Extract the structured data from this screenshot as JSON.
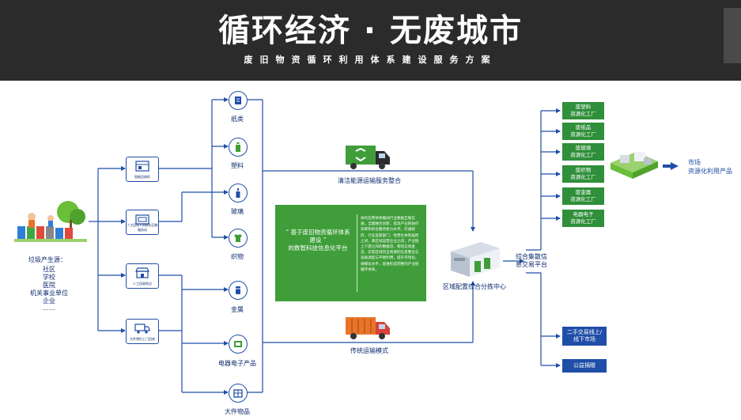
{
  "header": {
    "title": "循环经济 · 无废城市",
    "subtitle": "废旧物资循环利用体系建设服务方案"
  },
  "sources": {
    "title": "垃圾产生源：",
    "list": [
      "社区",
      "学校",
      "医院",
      "机关事业单位",
      "企业",
      "……"
    ]
  },
  "collection": [
    {
      "label": "智能回收柜"
    },
    {
      "label": "人工回收+网络化回收服务站"
    },
    {
      "label": "人工回收网点"
    },
    {
      "label": "大件预约上门回收"
    }
  ],
  "categories": [
    "纸类",
    "塑料",
    "玻璃",
    "织物",
    "金属",
    "电器电子产品",
    "大件物品"
  ],
  "transport": {
    "clean": "清洁能源运输服务整合",
    "traditional": "传统运输模式"
  },
  "platform": {
    "title_line1": "“ 基于废旧物资循环体系",
    "title_line2": "建设 ”",
    "title_line3": "的数智科技信息化平台",
    "description": "依托应用体系推动行业数据互联互通，全面融合创新，提高产业链协作效率和综合服务能力水平，打通政府、行业监管部门、经营主体和居民之间，政区域运营企业之间，产业链上下游之间的数据流、物流与资金流，实现区域内全资源的信息整合与设备调度与平衡利用，提升市场化、规模化水平，促进形成完整的产业链循环体系。"
  },
  "center": {
    "label": "区域配置综合分拣中心"
  },
  "trade": {
    "label_line1": "综合集散信",
    "label_line2": "息交易平台"
  },
  "factories": [
    {
      "line1": "废塑料",
      "line2": "资源化工厂"
    },
    {
      "line1": "废纸品",
      "line2": "资源化工厂"
    },
    {
      "line1": "废玻璃",
      "line2": "资源化工厂"
    },
    {
      "line1": "废织物",
      "line2": "资源化工厂"
    },
    {
      "line1": "废金属",
      "line2": "资源化工厂"
    },
    {
      "line1": "电器电子",
      "line2": "资源化工厂"
    }
  ],
  "market": {
    "line1": "市场",
    "line2": "资源化利用产品"
  },
  "second_hand": {
    "line1": "二手交易线上/",
    "line2": "线下市场"
  },
  "charity": {
    "label": "公益捐赠"
  },
  "colors": {
    "header_bg": "#2b2b2b",
    "line_blue": "#1f4ea8",
    "text_navy": "#0d2b6e",
    "green": "#3f9e3a",
    "factory_green": "#2f8f3a",
    "truck_orange": "#e8742a"
  }
}
